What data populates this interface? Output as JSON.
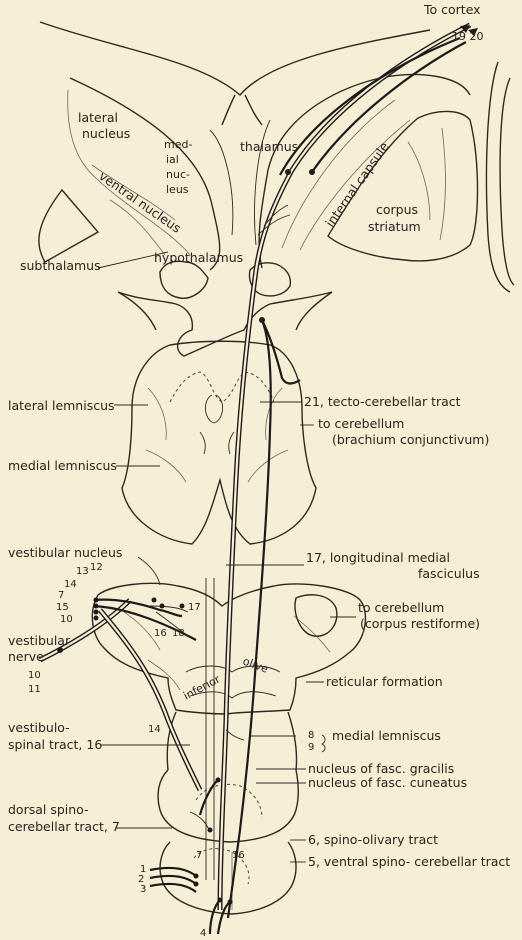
{
  "labels": {
    "to_cortex": "To cortex",
    "to_cortex_nums": "19 20",
    "lateral_nucleus_1": "lateral",
    "lateral_nucleus_2": "nucleus",
    "medial_nucleus_1": "med-",
    "medial_nucleus_2": "ial",
    "medial_nucleus_3": "nuc-",
    "medial_nucleus_4": "leus",
    "thalamus": "thalamus",
    "internal_capsule": "internal capsule",
    "corpus_striatum_1": "corpus",
    "corpus_striatum_2": "striatum",
    "ventral_nucleus": "ventral nucleus",
    "subthalamus": "subthalamus",
    "hypothalamus": "hypothalamus",
    "tecto_cerebellar": "21, tecto-cerebellar tract",
    "lateral_lemniscus": "lateral lemniscus",
    "to_cerebellum_1": "to cerebellum",
    "to_cerebellum_1b": "(brachium conjunctivum)",
    "medial_lemniscus": "medial lemniscus",
    "vestibular_nucleus": "vestibular nucleus",
    "longitudinal_1": "17, longitudinal medial",
    "longitudinal_2": "fasciculus",
    "to_cerebellum_2": "to cerebellum",
    "to_cerebellum_2b": "(corpus restiforme)",
    "vestibular_nerve_1": "vestibular",
    "vestibular_nerve_2": "nerve",
    "reticular_formation": "reticular formation",
    "inferior": "inferior",
    "olive": "olive",
    "vestibulo_spinal_1": "vestibulo-",
    "vestibulo_spinal_2": "spinal tract, 16",
    "medial_lemniscus_lower": "medial lemniscus",
    "gracilis": "nucleus of fasc. gracilis",
    "cuneatus": "nucleus of fasc. cuneatus",
    "dorsal_spino_1": "dorsal spino-",
    "dorsal_spino_2": "cerebellar tract, 7",
    "spino_olivary": "6, spino-olivary tract",
    "ventral_spino": "5, ventral spino- cerebellar tract"
  },
  "numbers": {
    "n13": "13",
    "n12": "12",
    "n14": "14",
    "n7": "7",
    "n15": "15",
    "n10": "10",
    "n16": "16",
    "n18": "18",
    "n17": "17",
    "n10b": "10",
    "n11": "11",
    "n8": "8",
    "n9": "9",
    "n14b": "14",
    "n7b": "7",
    "n16b": "16",
    "n1": "1",
    "n2": "2",
    "n3": "3",
    "n4": "4"
  }
}
